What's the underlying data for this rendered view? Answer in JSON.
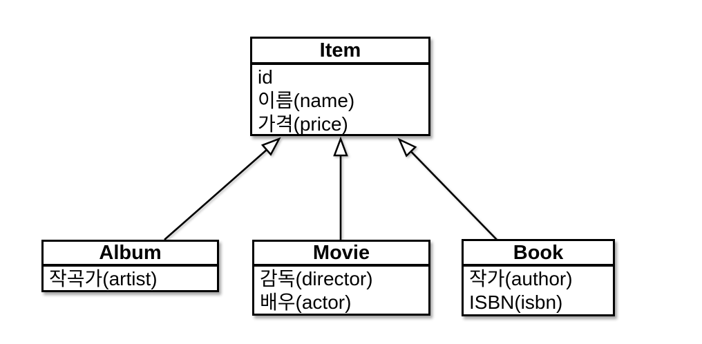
{
  "diagram": {
    "type": "uml-class-diagram",
    "classes": [
      {
        "name": "Item",
        "title": "Item",
        "fields": [
          "id",
          "이름(name)",
          "가격(price)"
        ]
      },
      {
        "name": "Album",
        "title": "Album",
        "fields": [
          "작곡가(artist)"
        ]
      },
      {
        "name": "Movie",
        "title": "Movie",
        "fields": [
          "감독(director)",
          "배우(actor)"
        ]
      },
      {
        "name": "Book",
        "title": "Book",
        "fields": [
          "작가(author)",
          "ISBN(isbn)"
        ]
      }
    ],
    "relations": [
      {
        "from": "Album",
        "to": "Item",
        "type": "generalization"
      },
      {
        "from": "Movie",
        "to": "Item",
        "type": "generalization"
      },
      {
        "from": "Book",
        "to": "Item",
        "type": "generalization"
      }
    ],
    "colors": {
      "border": "#000000",
      "background": "#ffffff",
      "text": "#000000",
      "arrowhead_fill": "#ffffff"
    }
  }
}
